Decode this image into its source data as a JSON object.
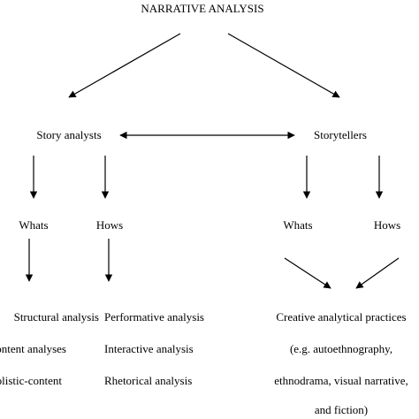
{
  "title": "NARRATIVE ANALYSIS",
  "left_branch": {
    "label": "Story analysts",
    "whats": {
      "label": "Whats",
      "items": [
        "Structural analysis",
        "Content analyses",
        "Holistic-content"
      ]
    },
    "hows": {
      "label": "Hows",
      "items": [
        "Performative analysis",
        "Interactive analysis",
        "Rhetorical analysis"
      ]
    }
  },
  "right_branch": {
    "label": "Storytellers",
    "whats": {
      "label": "Whats"
    },
    "hows": {
      "label": "Hows"
    },
    "practices": [
      "Creative analytical practices",
      "(e.g. autoethnography,",
      "ethnodrama, visual narrative,",
      "and fiction)"
    ]
  },
  "colors": {
    "text": "#000000",
    "lines": "#000000",
    "background": "#ffffff"
  }
}
